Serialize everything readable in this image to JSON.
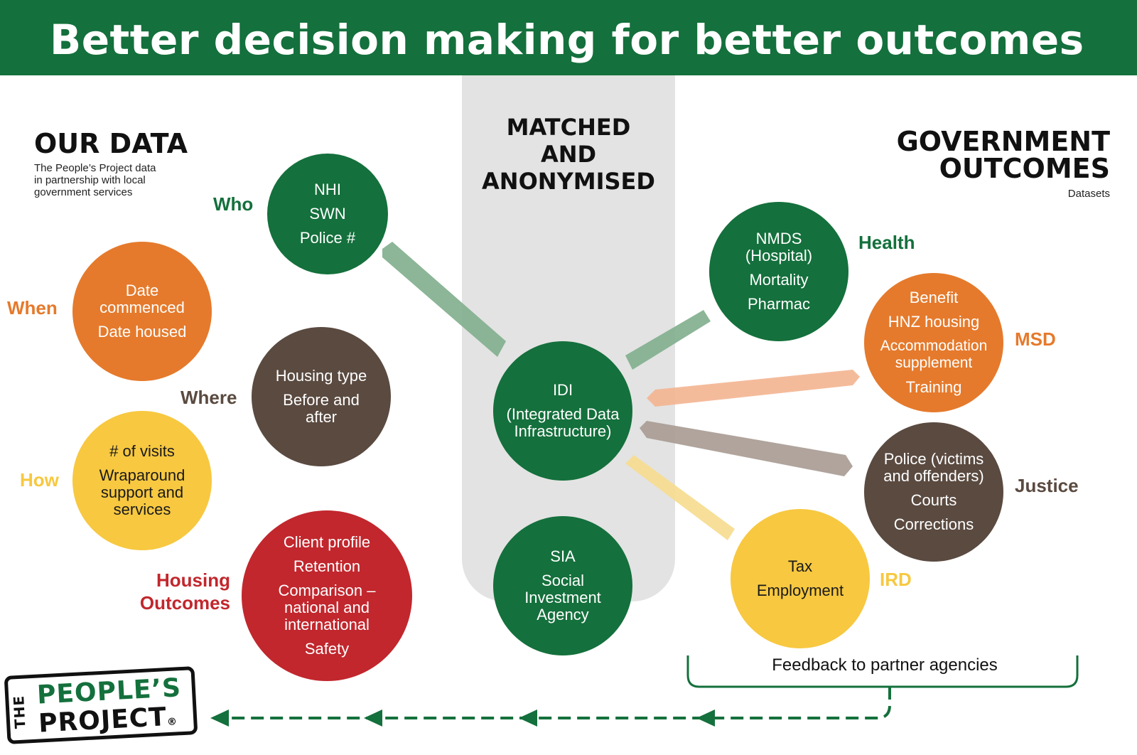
{
  "title": "Better decision making for better outcomes",
  "our_data": {
    "heading": "OUR DATA",
    "subtitle": "The People’s Project data in partnership with local government services"
  },
  "matched": {
    "line1": "MATCHED",
    "line2": "AND",
    "line3": "ANONYMISED"
  },
  "government": {
    "line1": "GOVERNMENT",
    "line2": "OUTCOMES",
    "subtitle": "Datasets"
  },
  "who": {
    "label": "Who",
    "items": [
      "NHI",
      "SWN",
      "Police #"
    ]
  },
  "when": {
    "label": "When",
    "items": [
      "Date commenced",
      "Date housed"
    ]
  },
  "where": {
    "label": "Where",
    "items": [
      "Housing type",
      "Before and after"
    ]
  },
  "how": {
    "label": "How",
    "items": [
      "# of visits",
      "Wraparound support and services"
    ]
  },
  "housing": {
    "label_line1": "Housing",
    "label_line2": "Outcomes",
    "items": [
      "Client profile",
      "Retention",
      "Comparison – national and international",
      "Safety"
    ]
  },
  "idi": {
    "items": [
      "IDI",
      "(Integrated Data Infrastructure)"
    ]
  },
  "sia": {
    "items": [
      "SIA",
      "Social Investment Agency"
    ]
  },
  "health": {
    "label": "Health",
    "items": [
      "NMDS (Hospital)",
      "Mortality",
      "Pharmac"
    ]
  },
  "msd": {
    "label": "MSD",
    "items": [
      "Benefit",
      "HNZ housing",
      "Accommodation supplement",
      "Training"
    ]
  },
  "justice": {
    "label": "Justice",
    "items": [
      "Police (victims and offenders)",
      "Courts",
      "Corrections"
    ]
  },
  "ird": {
    "label": "IRD",
    "items": [
      "Tax",
      "Employment"
    ]
  },
  "feedback": "Feedback to partner agencies",
  "logo": {
    "the": "THE",
    "line1": "PEOPLE’S",
    "line2": "PROJECT",
    "mark": "®"
  },
  "colors": {
    "green": "#14703c",
    "orange": "#e57a2c",
    "brown": "#5a4a40",
    "yellow": "#f7c840",
    "red": "#c1272d",
    "band": "#e3e3e3"
  }
}
